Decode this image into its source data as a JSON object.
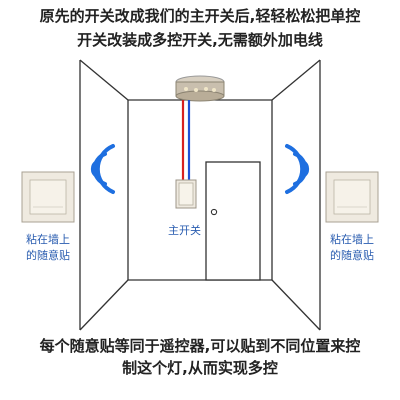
{
  "heading": {
    "line1": "原先的开关改成我们的主开关后,轻轻松松把单控",
    "line2": "开关改装成多控开关,无需额外加电线"
  },
  "labels": {
    "main_switch": "主开关",
    "left_sticker_line1": "粘在墙上",
    "left_sticker_line2": "的随意贴",
    "right_sticker_line1": "粘在墙上",
    "right_sticker_line2": "的随意贴"
  },
  "caption": {
    "line1": "每个随意贴等同于遥控器,可以贴到不同位置来控",
    "line2": "制这个灯,从而实现多控"
  },
  "colors": {
    "line": "#333333",
    "wifi": "#1e6fe0",
    "wire_red": "#d62020",
    "wire_blue": "#1f4fd6",
    "panel": "#efeae0",
    "label": "#2a5db0"
  },
  "icons": [
    "ceiling-lamp-icon",
    "wifi-left-icon",
    "wifi-right-icon",
    "door-icon"
  ]
}
